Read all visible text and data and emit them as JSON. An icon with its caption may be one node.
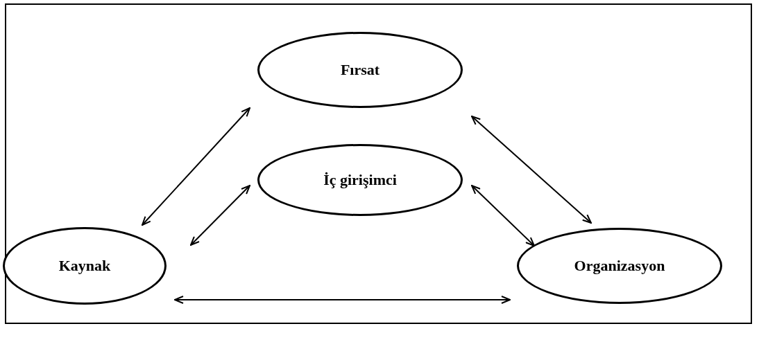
{
  "diagram": {
    "nodes": [
      {
        "text": [
          "Fırsat"
        ]
      },
      {
        "text": [
          "İç girişimci"
        ]
      },
      {
        "text": [
          "Kaynak"
        ]
      },
      {
        "text": [
          "Organizasyon"
        ]
      }
    ],
    "edges": [
      {
        "from": 0,
        "to": 2,
        "arrow": "both"
      },
      {
        "from": 0,
        "to": 3,
        "arrow": "both"
      },
      {
        "from": 1,
        "to": 2,
        "arrow": "both"
      },
      {
        "from": 1,
        "to": 3,
        "arrow": "both"
      },
      {
        "from": 2,
        "to": 3,
        "arrow": "both"
      }
    ]
  }
}
